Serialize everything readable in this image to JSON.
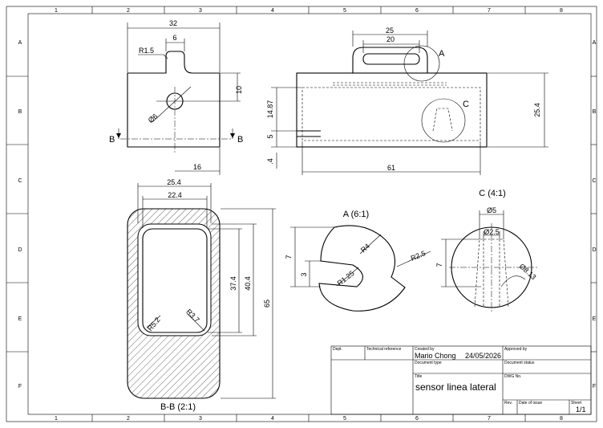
{
  "grid": {
    "columns": [
      "1",
      "2",
      "3",
      "4",
      "5",
      "6",
      "7",
      "8"
    ],
    "rows": [
      "A",
      "B",
      "C",
      "D",
      "E",
      "F"
    ]
  },
  "views": {
    "front": {
      "dims": [
        "32",
        "6",
        "R1.5",
        "10",
        "Ø6",
        "16"
      ],
      "section_label": "B"
    },
    "side": {
      "dims": [
        "25",
        "20",
        "14.87",
        "5",
        ".4",
        "61",
        "25.4"
      ],
      "detail_a_label": "A",
      "detail_c_label": "C"
    },
    "section": {
      "title": "B-B (2:1)",
      "dims": [
        "25.4",
        "22.4",
        "37.4",
        "40.4",
        "65",
        "R5.2",
        "R3.7"
      ]
    },
    "detail_a": {
      "title": "A (6:1)",
      "dims": [
        "7",
        "3",
        "R4",
        "R2.5",
        "R1.25"
      ]
    },
    "detail_c": {
      "title": "C (4:1)",
      "dims": [
        "Ø5",
        "Ø2.5",
        "7",
        "Ø8.13"
      ]
    }
  },
  "title_block": {
    "dept_label": "Dept.",
    "tech_ref_label": "Technical reference",
    "created_by_label": "Created by",
    "created_by": "Mario Chong",
    "date": "24/05/2026",
    "approved_by_label": "Approved by",
    "doc_type_label": "Document type",
    "doc_status_label": "Document status",
    "title_label": "Title",
    "title": "sensor linea lateral",
    "dwg_no_label": "DWG No.",
    "rev_label": "Rev.",
    "date_of_issue_label": "Date of issue",
    "sheet_label": "Sheet",
    "sheet": "1/1"
  }
}
